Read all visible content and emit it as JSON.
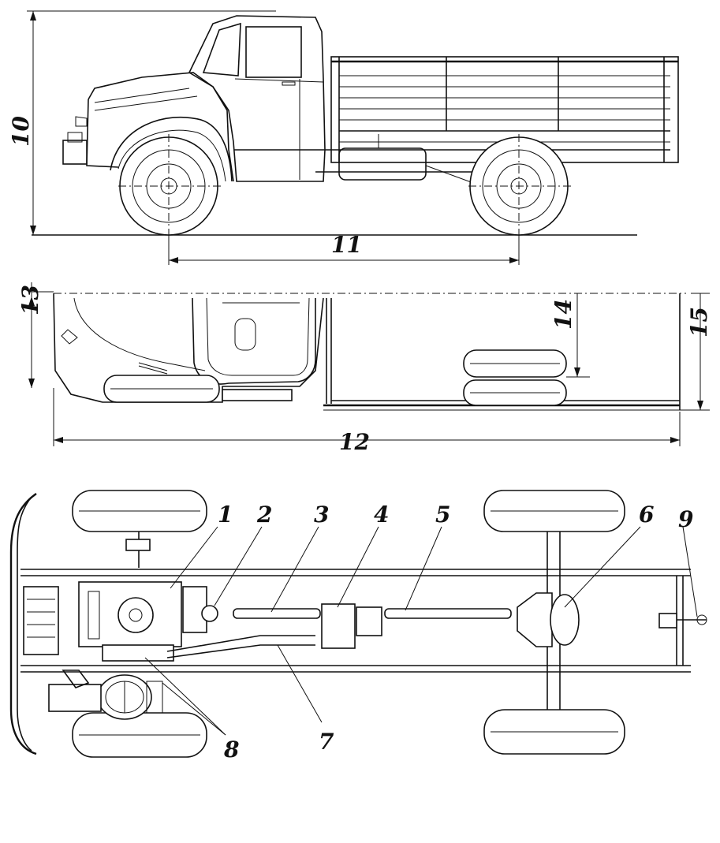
{
  "dimensions": {
    "side_height": "10",
    "wheelbase": "11",
    "overall_length": "12",
    "front_overhang_height": "13",
    "load_height": "14",
    "platform_height": "15"
  },
  "components": [
    "1",
    "2",
    "3",
    "4",
    "5",
    "6",
    "7",
    "8",
    "9"
  ]
}
